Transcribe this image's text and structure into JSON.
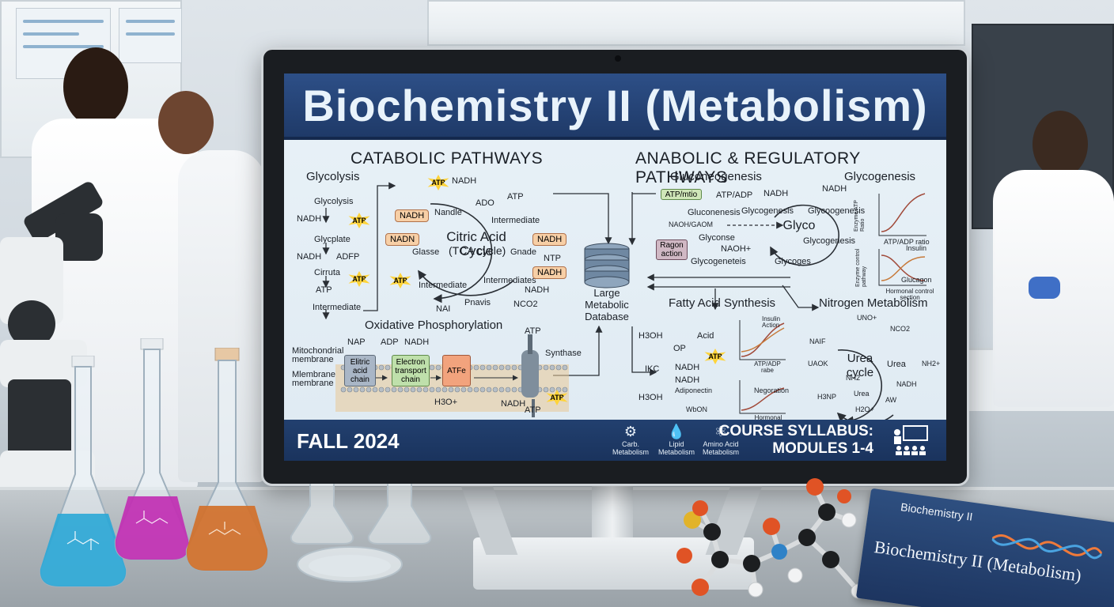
{
  "screen": {
    "title": "Biochemistry II (Metabolism)",
    "catabolic_heading": "CATABOLIC PATHWAYS",
    "anabolic_heading": "ANABOLIC & REGULATORY PATHWAYS",
    "glycolysis": {
      "title": "Glycolysis",
      "labels": [
        "Glycolysis",
        "NADH",
        "Glycplate",
        "NADH",
        "ADFP",
        "Cirruta",
        "ATP",
        "Intermediate"
      ],
      "stars": [
        "ATP",
        "ATP"
      ]
    },
    "tca": {
      "title": "Citric Acid Cycle",
      "subtitle": "(TCA cycle)",
      "labels": [
        "NADH",
        "Nandle",
        "ADO",
        "ATP",
        "Intermediate",
        "Glasse",
        "Gnade",
        "NTP",
        "Intermediates",
        "Intermediate",
        "NADH",
        "NAI",
        "Pnavis",
        "NCO2"
      ],
      "pills": [
        "NADH",
        "NADN",
        "NADH",
        "NADH"
      ],
      "stars": [
        "ATP",
        "ATP"
      ]
    },
    "oxphos": {
      "title": "Oxidative Phosphorylation",
      "labels": [
        "Mitochondrial membrane",
        "Mlembrane membrane",
        "NAP",
        "ADP",
        "NADH",
        "ATP",
        "Synthase",
        "H3O+",
        "NADH",
        "ATP"
      ],
      "boxes": [
        "Elitric acid chain",
        "Electron transport chain",
        "ATFe"
      ],
      "stars": [
        "ATP"
      ]
    },
    "database": {
      "label": "Large Metabolic Database"
    },
    "gluconeogenesis": {
      "title": "Gluconeogenesis",
      "labels": [
        "ATP/ADP",
        "NADH",
        "Gluconenesis",
        "NAOH/GAOM",
        "Glyconse",
        "NAOH+",
        "Glycogeneteis"
      ],
      "tags": [
        "ATP/mtio",
        "Ragon action"
      ]
    },
    "glycogenesis": {
      "title": "Glycogenesis",
      "center": "Glyco",
      "labels": [
        "Glycogenesis",
        "Glycoogenesis",
        "Glycogenesis",
        "Glycoges",
        "NADH"
      ],
      "graph_labels": [
        "Enzyme ATP Ratio",
        "ATP/ADP ratio",
        "Enzyme control pathway",
        "Insulin",
        "Glucagon",
        "Hormonal control section"
      ]
    },
    "fatty_acid": {
      "title": "Fatty Acid Synthesis",
      "labels": [
        "H3OH",
        "Acid",
        "OP",
        "IKC",
        "NADH",
        "NADH",
        "Adiponectin",
        "H3OH",
        "WbON"
      ],
      "stars": [
        "ATP"
      ],
      "graph_labels": [
        "Insulin",
        "Action",
        "ATP/ADP rabe",
        "Negoration",
        "Hormonal comner point"
      ]
    },
    "nitrogen": {
      "title": "Nitrogen Metabolism",
      "center": "Urea cycle",
      "labels": [
        "UNO+",
        "NCO2",
        "NAIF",
        "Urea",
        "NH2+",
        "UAOK",
        "NH2",
        "NADH",
        "H3NP",
        "Urea",
        "AW",
        "H2O+"
      ]
    },
    "footer": {
      "term": "FALL 2024",
      "icons": [
        {
          "icon": "carbohydrate-molecule-icon",
          "label": "Carb. Metabolism"
        },
        {
          "icon": "lipid-drop-icon",
          "label": "Lipid Metabolism"
        },
        {
          "icon": "amino-acid-network-icon",
          "label": "Amino Acid Metabolism"
        }
      ],
      "syllabus_line1": "COURSE SYLLABUS:",
      "syllabus_line2": "MODULES 1-4"
    }
  },
  "book": {
    "title": "Biochemistry II (Metabolism)",
    "cover_top": "Biochemistry II"
  },
  "colors": {
    "title_bar": "#2d4f87",
    "screen_bg": "#e9f2f8",
    "pill": "#f7cfa6",
    "star": "#ffd43a",
    "flask_blue": "#2aa7d6",
    "flask_magenta": "#c12fb3",
    "flask_orange": "#d1702a"
  }
}
